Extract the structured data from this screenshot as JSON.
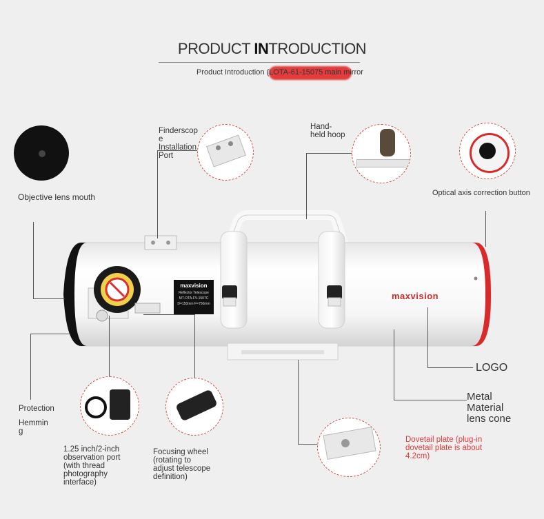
{
  "header": {
    "title_part1": "PRODUCT ",
    "title_bold": "IN",
    "title_part2": "TRODUCTION",
    "subtitle": "Product Introduction (LOTA-61-15075 main mirror"
  },
  "brand": {
    "logo_text": "maxvision",
    "nameplate_brand": "maxvision",
    "nameplate_line1": "Reflector Telescope",
    "nameplate_line2": "MT-OTA-FV-1507C",
    "nameplate_line3": "D=150mm F=750mm"
  },
  "labels": {
    "objective": "Objective lens mouth",
    "finderscope": [
      "Finderscop",
      "e",
      "Installation",
      "Port"
    ],
    "handhoop": [
      "Hand-",
      "held hoop"
    ],
    "optical_axis": "Optical axis correction button",
    "logo": "LOGO",
    "metal": [
      "Metal",
      "Material",
      "lens cone"
    ],
    "protection": "Protection",
    "hemming": [
      "Hemmin",
      "g"
    ],
    "observation_port": [
      "1.25 inch/2-inch",
      "observation port",
      "(with thread",
      "photography",
      "interface)"
    ],
    "focusing_wheel": [
      "Focusing wheel",
      "(rotating to",
      "adjust telescope",
      "definition)"
    ],
    "dovetail": [
      "Dovetail plate (plug-in",
      "dovetail plate is about",
      "4.2cm)"
    ]
  },
  "colors": {
    "accent_red": "#e03a3a",
    "tube_white": "#ffffff",
    "background": "#efefef"
  }
}
